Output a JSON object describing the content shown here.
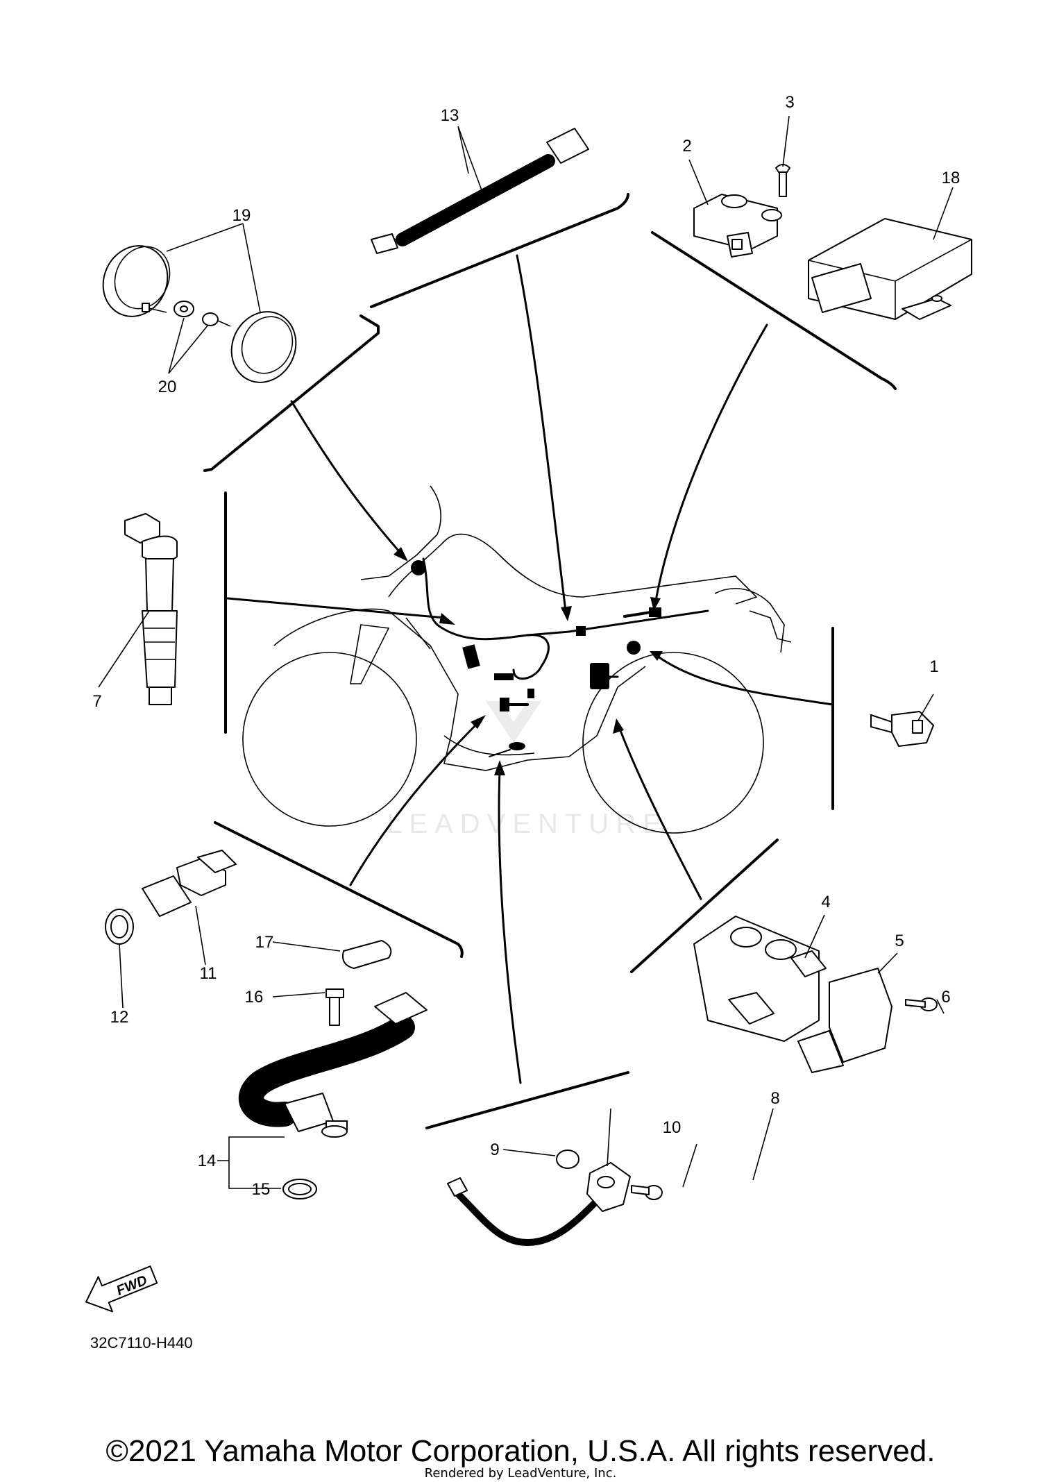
{
  "callouts": [
    "1",
    "2",
    "3",
    "4",
    "5",
    "6",
    "7",
    "8",
    "9",
    "10",
    "11",
    "12",
    "13",
    "14",
    "15",
    "16",
    "17",
    "18",
    "19",
    "20"
  ],
  "fwd_label": "FWD",
  "diagram_code": "32C7110-H440",
  "watermark": "LEADVENTURE",
  "copyright": "©2021 Yamaha Motor Corporation, U.S.A. All rights reserved.",
  "rendered_by": "Rendered by LeadVenture, Inc."
}
